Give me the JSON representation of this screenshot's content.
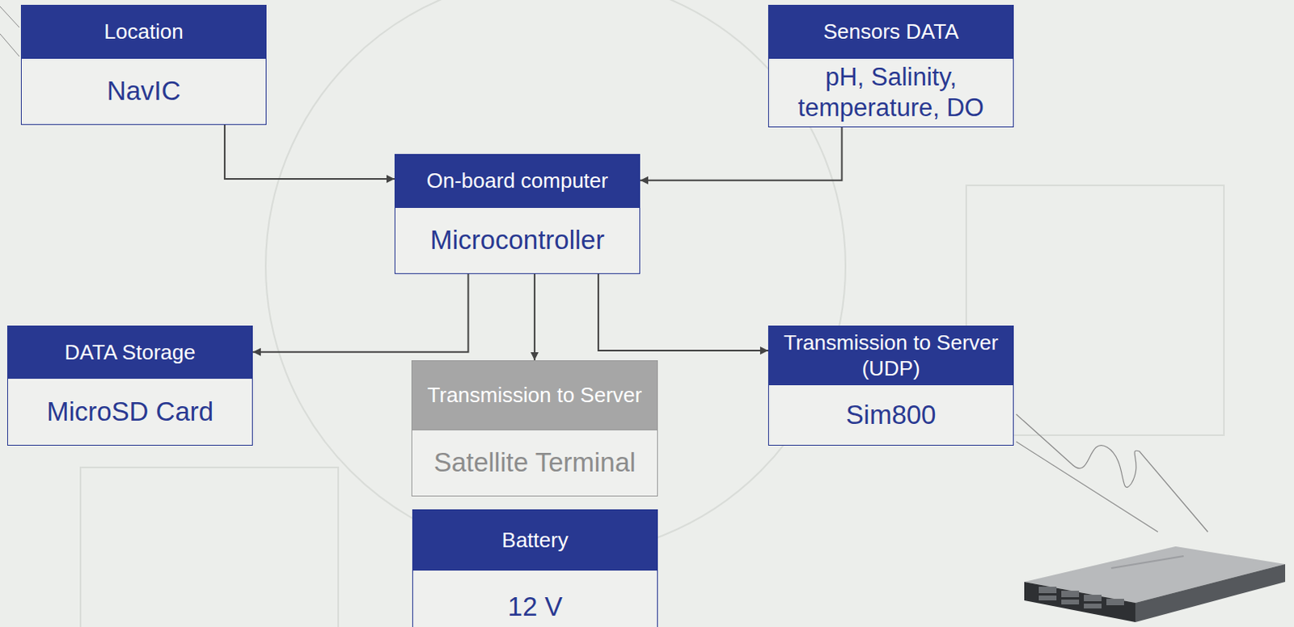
{
  "diagram": {
    "nodes": [
      {
        "text": [
          "Location",
          "NavIC"
        ]
      },
      {
        "text": [
          "Sensors DATA",
          "pH, Salinity, temperature, DO"
        ]
      },
      {
        "text": [
          "On-board computer",
          "Microcontroller"
        ]
      },
      {
        "text": [
          "DATA Storage",
          "MicroSD Card"
        ]
      },
      {
        "text": [
          "Transmission to Server",
          "Satellite Terminal"
        ]
      },
      {
        "text": [
          "Transmission to Server (UDP)",
          "Sim800"
        ]
      },
      {
        "text": [
          "Battery",
          "12 V"
        ]
      }
    ],
    "edges": [
      {
        "from": 0,
        "to": 2,
        "arrow": "to"
      },
      {
        "from": 1,
        "to": 2,
        "arrow": "to"
      },
      {
        "from": 2,
        "to": 3,
        "arrow": "to"
      },
      {
        "from": 2,
        "to": 4,
        "arrow": "to"
      },
      {
        "from": 2,
        "to": 5,
        "arrow": "to"
      }
    ]
  }
}
